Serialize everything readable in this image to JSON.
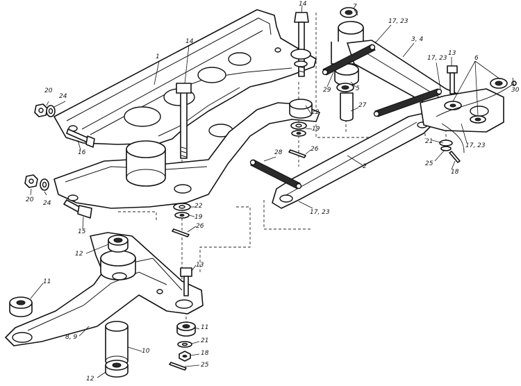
{
  "labels": [
    {
      "id": "l-1",
      "text": "1"
    },
    {
      "id": "l-14a",
      "text": "14"
    },
    {
      "id": "l-14b",
      "text": "14"
    },
    {
      "id": "l-7",
      "text": "7"
    },
    {
      "id": "l-17-23a",
      "text": "17, 23"
    },
    {
      "id": "l-3-4",
      "text": "3, 4"
    },
    {
      "id": "l-13a",
      "text": "13"
    },
    {
      "id": "l-17-23b",
      "text": "17, 23"
    },
    {
      "id": "l-6",
      "text": "6"
    },
    {
      "id": "l-30",
      "text": "30"
    },
    {
      "id": "l-17-23c",
      "text": "17, 23"
    },
    {
      "id": "l-29",
      "text": "29"
    },
    {
      "id": "l-5",
      "text": "5"
    },
    {
      "id": "l-27",
      "text": "27"
    },
    {
      "id": "l-22a",
      "text": "22"
    },
    {
      "id": "l-19a",
      "text": "19"
    },
    {
      "id": "l-26a",
      "text": "26"
    },
    {
      "id": "l-20a",
      "text": "20"
    },
    {
      "id": "l-24a",
      "text": "24"
    },
    {
      "id": "l-16",
      "text": "16"
    },
    {
      "id": "l-21a",
      "text": "21"
    },
    {
      "id": "l-25a",
      "text": "25"
    },
    {
      "id": "l-18a",
      "text": "18"
    },
    {
      "id": "l-28",
      "text": "28"
    },
    {
      "id": "l-2",
      "text": "2"
    },
    {
      "id": "l-17-23d",
      "text": "17, 23"
    },
    {
      "id": "l-20b",
      "text": "20"
    },
    {
      "id": "l-24b",
      "text": "24"
    },
    {
      "id": "l-15",
      "text": "15"
    },
    {
      "id": "l-22b",
      "text": "22"
    },
    {
      "id": "l-19b",
      "text": "19"
    },
    {
      "id": "l-26b",
      "text": "26"
    },
    {
      "id": "l-12a",
      "text": "12"
    },
    {
      "id": "l-13b",
      "text": "13"
    },
    {
      "id": "l-11a",
      "text": "11"
    },
    {
      "id": "l-8-9",
      "text": "8, 9"
    },
    {
      "id": "l-10",
      "text": "10"
    },
    {
      "id": "l-11b",
      "text": "11"
    },
    {
      "id": "l-21b",
      "text": "21"
    },
    {
      "id": "l-18b",
      "text": "18"
    },
    {
      "id": "l-25b",
      "text": "25"
    },
    {
      "id": "l-12b",
      "text": "12"
    }
  ]
}
